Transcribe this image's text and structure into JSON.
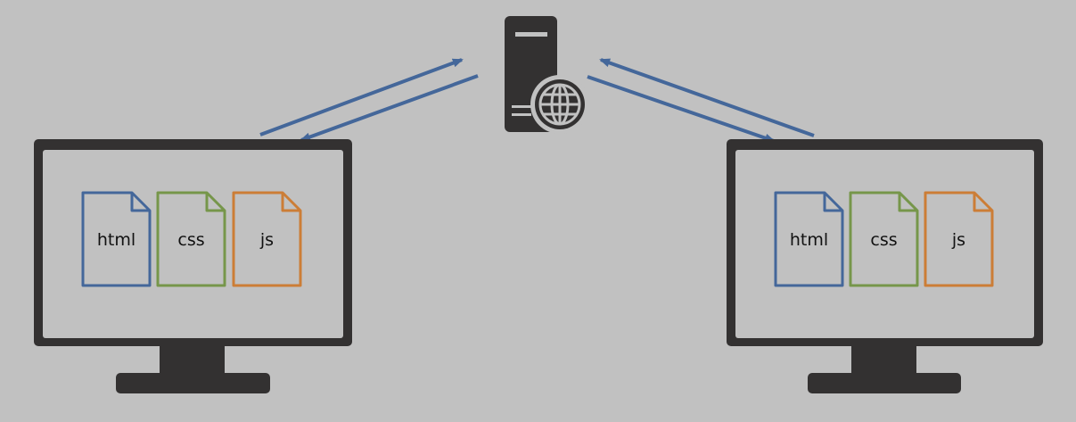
{
  "colors": {
    "background": "#c1c1c1",
    "device": "#333131",
    "screen": "#c1c1c1",
    "arrow": "#44679a",
    "html_file": "#44679a",
    "css_file": "#76964a",
    "js_file": "#cc7d36"
  },
  "server": {
    "icon": "web-server-globe-icon"
  },
  "clients": [
    {
      "icon": "desktop-monitor-icon",
      "files": [
        {
          "label": "html",
          "icon": "document-icon"
        },
        {
          "label": "css",
          "icon": "document-icon"
        },
        {
          "label": "js",
          "icon": "document-icon"
        }
      ]
    },
    {
      "icon": "desktop-monitor-icon",
      "files": [
        {
          "label": "html",
          "icon": "document-icon"
        },
        {
          "label": "css",
          "icon": "document-icon"
        },
        {
          "label": "js",
          "icon": "document-icon"
        }
      ]
    }
  ],
  "connections": [
    {
      "from": "client-left",
      "to": "server"
    },
    {
      "from": "server",
      "to": "client-left"
    },
    {
      "from": "client-right",
      "to": "server"
    },
    {
      "from": "server",
      "to": "client-right"
    }
  ]
}
